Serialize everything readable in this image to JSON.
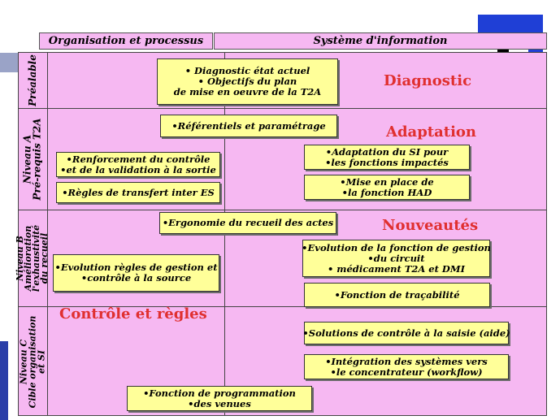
{
  "header": {
    "col1": "Organisation et processus",
    "col2": "Système d'information"
  },
  "rows": [
    {
      "label": [
        "Préalable"
      ]
    },
    {
      "label": [
        "Niveau A",
        "Pré-requis T2A"
      ]
    },
    {
      "label": [
        "Niveau B",
        "Amélioration",
        "l'exhaustivité",
        "du recueil"
      ]
    },
    {
      "label": [
        "Niveau C",
        "Cible organisation",
        "et SI"
      ]
    }
  ],
  "sections": {
    "diagnostic": "Diagnostic",
    "adaptation": "Adaptation",
    "nouveautes": "Nouveautés",
    "controle": "Contrôle et règles"
  },
  "boxes": {
    "diagnostic": [
      "• Diagnostic état actuel",
      "• Objectifs du plan",
      "de mise en oeuvre de la T2A"
    ],
    "referentiels": [
      "•Référentiels et paramétrage"
    ],
    "renforcement": [
      "•Renforcement du contrôle",
      "•et de la validation à la sortie"
    ],
    "regles_transfert": [
      "•Règles de transfert inter ES"
    ],
    "adaptation_si": [
      "•Adaptation du SI pour",
      "•les fonctions impactés"
    ],
    "mise_en_place": [
      "•Mise en place de",
      "•la fonction HAD"
    ],
    "ergonomie": [
      "•Ergonomie du recueil des actes"
    ],
    "evolution_gestion": [
      "•Evolution de la fonction de gestion",
      "•du circuit",
      "• médicament T2A et DMI"
    ],
    "evolution_regles": [
      "•Evolution règles de gestion et",
      "•contrôle à la source"
    ],
    "tracabilite": [
      "•Fonction de traçabilité"
    ],
    "solutions": [
      "•Solutions de contrôle à la saisie (aide)"
    ],
    "integration": [
      "•Intégration des systèmes vers",
      "•le concentrateur (workflow)"
    ],
    "programmation": [
      "•Fonction de programmation",
      "•des venues"
    ]
  }
}
